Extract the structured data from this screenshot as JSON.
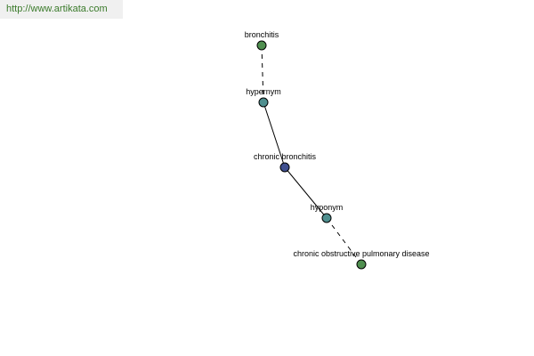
{
  "watermark": {
    "text": "http://www.artikata.com"
  },
  "colors": {
    "banner_text": "#3a7a2a",
    "banner_bg": "#f0f0f0",
    "node_term": "#4f8f4f",
    "node_relation": "#4f8f8f",
    "node_focus": "#3f4f8f",
    "edge": "#000000"
  },
  "graph": {
    "nodes": [
      {
        "id": "n1",
        "label": "bronchitis",
        "kind": "term"
      },
      {
        "id": "n2",
        "label": "hypernym",
        "kind": "relation"
      },
      {
        "id": "n3",
        "label": "chronic bronchitis",
        "kind": "focus"
      },
      {
        "id": "n4",
        "label": "hyponym",
        "kind": "relation"
      },
      {
        "id": "n5",
        "label": "chronic obstructive pulmonary disease",
        "kind": "term"
      }
    ],
    "edges": [
      {
        "from": "n1",
        "to": "n2",
        "style": "dashed"
      },
      {
        "from": "n2",
        "to": "n3",
        "style": "solid"
      },
      {
        "from": "n3",
        "to": "n4",
        "style": "solid"
      },
      {
        "from": "n4",
        "to": "n5",
        "style": "dashed"
      }
    ]
  }
}
